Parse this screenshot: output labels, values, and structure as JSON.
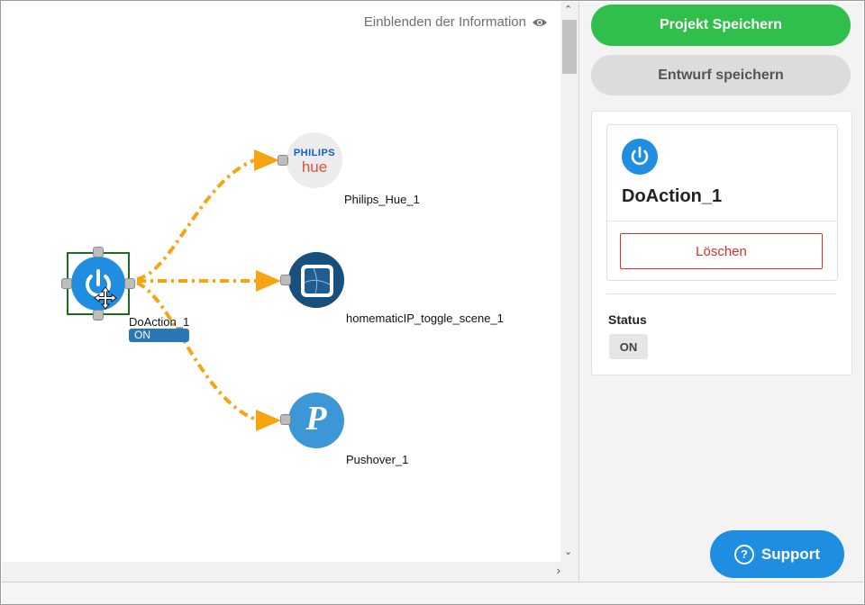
{
  "canvas": {
    "info_toggle_label": "Einblenden der Information",
    "nodes": {
      "source": {
        "label": "DoAction_1",
        "badge": "ON"
      },
      "hue": {
        "label": "Philips_Hue_1",
        "logo_line1": "PHILIPS",
        "logo_line2": "hue"
      },
      "homematic": {
        "label": "homematicIP_toggle_scene_1"
      },
      "pushover": {
        "label": "Pushover_1",
        "glyph": "P"
      }
    }
  },
  "sidebar": {
    "save_project_label": "Projekt Speichern",
    "save_draft_label": "Entwurf speichern",
    "selected_node": {
      "title": "DoAction_1",
      "delete_label": "Löschen",
      "status_heading": "Status",
      "status_value": "ON"
    },
    "support_label": "Support",
    "support_glyph": "?"
  },
  "colors": {
    "accent_blue": "#1f8ee0",
    "save_green": "#2fbf4a",
    "connector_orange": "#f5a511",
    "delete_red": "#d0342c",
    "selection_green": "#1e6b1e"
  }
}
